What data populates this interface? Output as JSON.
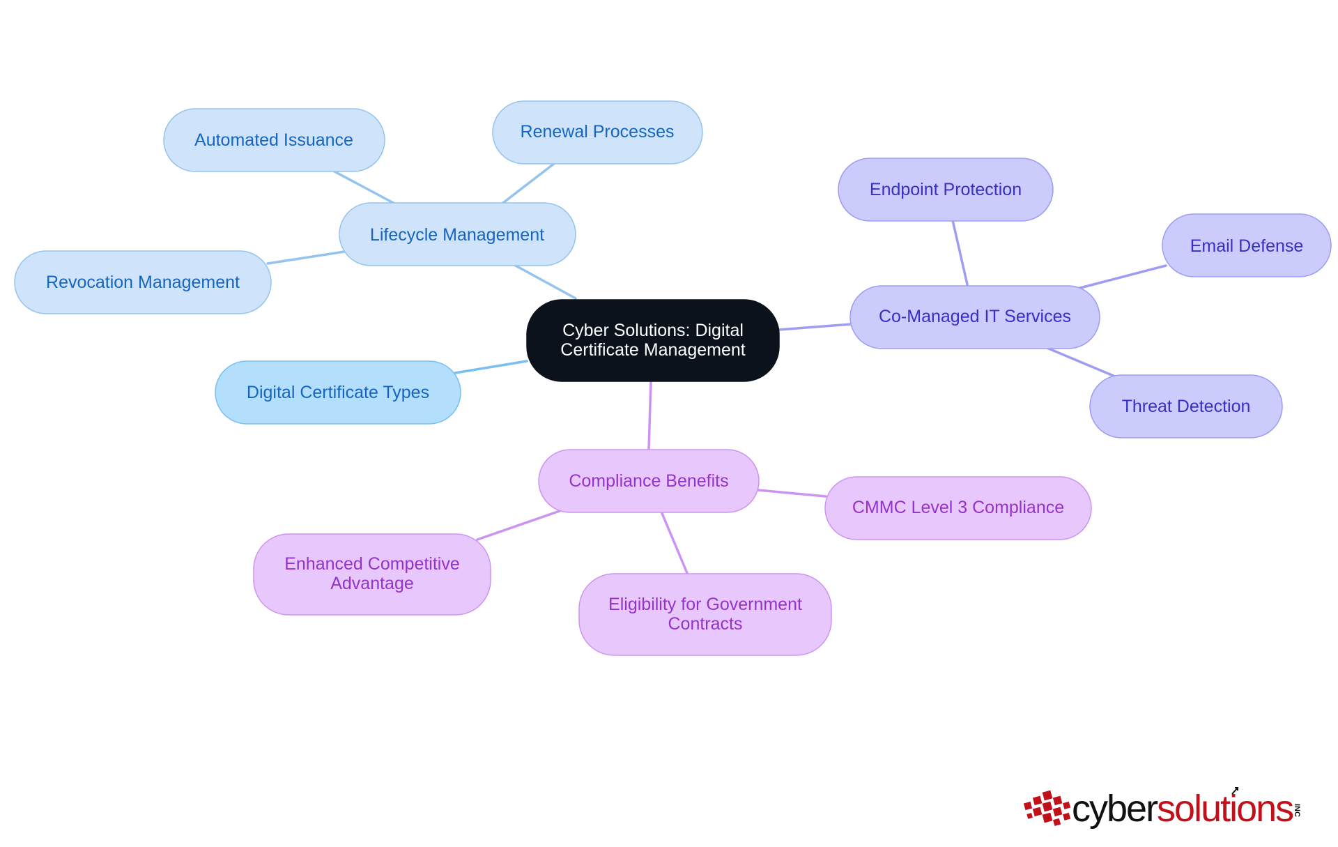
{
  "mindmap": {
    "center": {
      "lines": [
        "Cyber Solutions: Digital",
        "Certificate Management"
      ]
    },
    "branches": {
      "lifecycle": {
        "label": "Lifecycle Management",
        "children": {
          "automated": "Automated Issuance",
          "renewal": "Renewal Processes",
          "revocation": "Revocation Management"
        }
      },
      "cert_types": {
        "label": "Digital Certificate Types"
      },
      "comanaged": {
        "label": "Co-Managed IT Services",
        "children": {
          "endpoint": "Endpoint Protection",
          "email": "Email Defense",
          "threat": "Threat Detection"
        }
      },
      "compliance": {
        "label": "Compliance Benefits",
        "children": {
          "cmmc": "CMMC Level 3 Compliance",
          "competitive": [
            "Enhanced Competitive",
            "Advantage"
          ],
          "eligibility": [
            "Eligibility for Government",
            "Contracts"
          ]
        }
      }
    }
  },
  "logo": {
    "part1": "cyber",
    "part2": "solutions",
    "suffix": "INC",
    "colors": {
      "dark": "#111111",
      "red": "#c0111a"
    }
  },
  "colors": {
    "center_fill": "#0b121b",
    "center_text": "#ffffff",
    "blue_light_fill": "#cfe4fa",
    "blue_light_stroke": "#94c4ee",
    "blue_text": "#1565c0",
    "blue_edge": "#94c4ee",
    "sky_fill": "#b3dffc",
    "sky_stroke": "#79bff0",
    "sky_edge": "#79bff0",
    "indigo_fill": "#cbcbfc",
    "indigo_stroke": "#9d9df2",
    "indigo_text": "#3730c2",
    "indigo_edge": "#9d9df2",
    "purple_fill": "#e8c8fc",
    "purple_stroke": "#cc94f2",
    "purple_text": "#9333c9",
    "purple_edge": "#cc94f2"
  }
}
